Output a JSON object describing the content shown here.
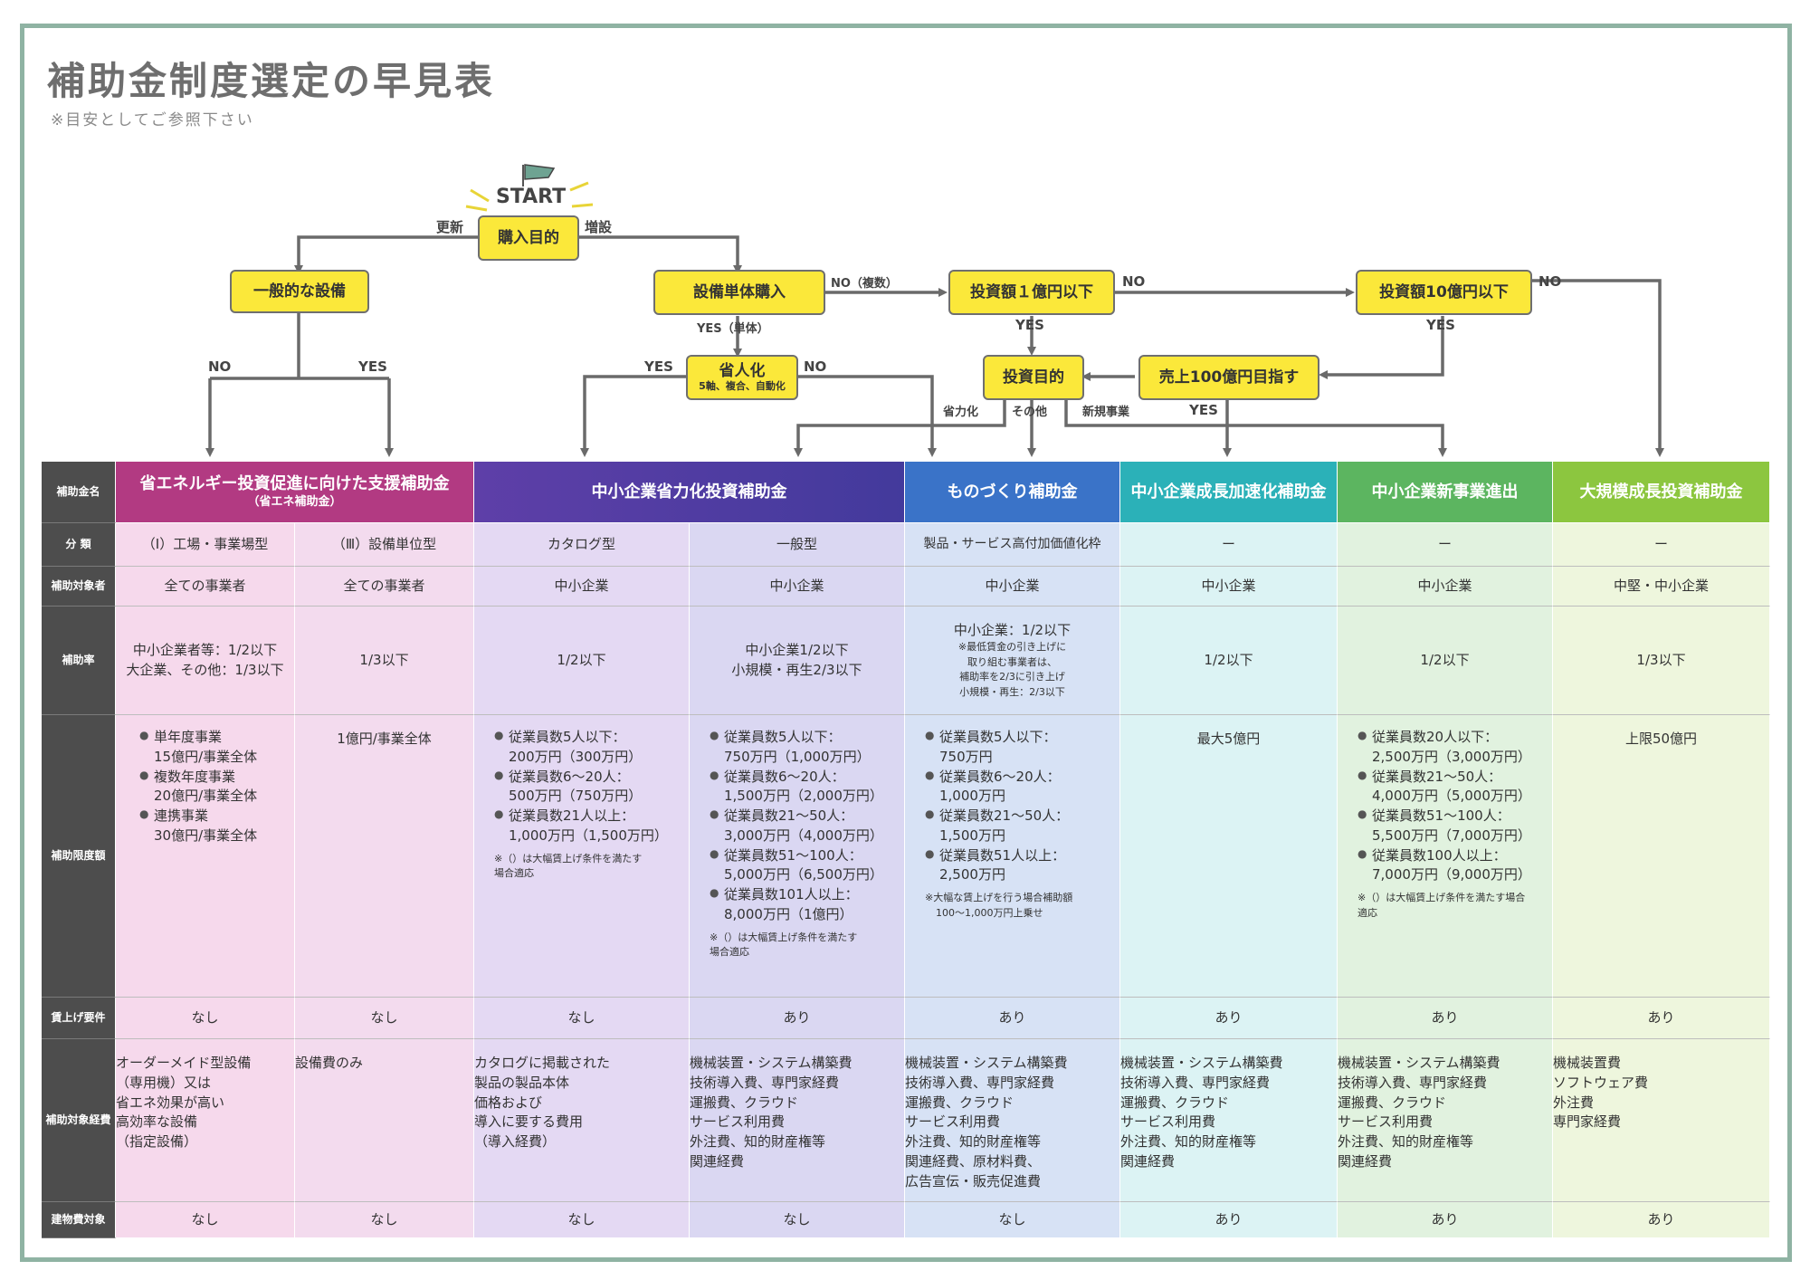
{
  "page": {
    "title": "補助金制度選定の早見表",
    "subtitle": "※目安としてご参照下さい"
  },
  "flow": {
    "start": "START",
    "purchase_purpose": "購入目的",
    "renew": "更新",
    "expand": "増設",
    "general_equipment": "一般的な設備",
    "single_equipment": "設備単体購入",
    "no_multiple": "NO（複数）",
    "yes_single": "YES（単体）",
    "labor_saving": "省人化",
    "labor_saving_sub": "5軸、複合、自動化",
    "invest_1oku": "投資額１億円以下",
    "invest_10oku": "投資額10億円以下",
    "invest_purpose": "投資目的",
    "sales_100oku": "売上100億円目指す",
    "no": "NO",
    "yes": "YES",
    "shoryokuka": "省力化",
    "other": "その他",
    "new_business": "新規事業"
  },
  "row_labels": [
    "補助金名",
    "分 類",
    "補助対象者",
    "補助率",
    "補助限度額",
    "賃上げ要件",
    "補助対象経費",
    "建物費対象"
  ],
  "headers": {
    "energy": "省エネルギー投資促進に向けた支援補助金",
    "energy_sub": "（省エネ補助金）",
    "shoryoku": "中小企業省力化投資補助金",
    "monozukuri": "ものづくり補助金",
    "seicho": "中小企業成長加速化補助金",
    "shinjigyo": "中小企業新事業進出",
    "daikibo": "大規模成長投資補助金"
  },
  "classification": [
    "（Ⅰ）工場・事業場型",
    "（Ⅲ）設備単位型",
    "カタログ型",
    "一般型",
    "製品・サービス高付加価値化枠",
    "ー",
    "ー",
    "ー"
  ],
  "target": [
    "全ての事業者",
    "全ての事業者",
    "中小企業",
    "中小企業",
    "中小企業",
    "中小企業",
    "中小企業",
    "中堅・中小企業"
  ],
  "rate": {
    "c1_l1": "中小企業者等：1/2以下",
    "c1_l2": "大企業、その他：1/3以下",
    "c2": "1/3以下",
    "c3": "1/2以下",
    "c4_l1": "中小企業1/2以下",
    "c4_l2": "小規模・再生2/3以下",
    "c5_main": "中小企業：1/2以下",
    "c5_n1": "※最低賃金の引き上げに",
    "c5_n2": "取り組む事業者は、",
    "c5_n3": "補助率を2/3に引き上げ",
    "c5_n4": "小規模・再生：2/3以下",
    "c6": "1/2以下",
    "c7": "1/2以下",
    "c8": "1/3以下"
  },
  "limit": {
    "c1": [
      "単年度事業",
      "15億円/事業全体",
      "複数年度事業",
      "20億円/事業全体",
      "連携事業",
      "30億円/事業全体"
    ],
    "c2": "1億円/事業全体",
    "c3": [
      "従業員数5人以下：",
      "200万円（300万円）",
      "従業員数6～20人：",
      "500万円（750万円）",
      "従業員数21人以上：",
      "1,000万円（1,500万円）"
    ],
    "c3_note1": "※（）は大幅賃上げ条件を満たす",
    "c3_note2": "場合適応",
    "c4": [
      "従業員数5人以下：",
      "750万円（1,000万円）",
      "従業員数6～20人：",
      "1,500万円（2,000万円）",
      "従業員数21～50人：",
      "3,000万円（4,000万円）",
      "従業員数51～100人：",
      "5,000万円（6,500万円）",
      "従業員数101人以上：",
      "8,000万円（1億円）"
    ],
    "c4_note1": "※（）は大幅賃上げ条件を満たす",
    "c4_note2": "場合適応",
    "c5": [
      "従業員数5人以下：",
      "750万円",
      "従業員数6～20人：",
      "1,000万円",
      "従業員数21～50人：",
      "1,500万円",
      "従業員数51人以上：",
      "2,500万円"
    ],
    "c5_note1": "※大幅な賃上げを行う場合補助額",
    "c5_note2": "100～1,000万円上乗せ",
    "c6": "最大5億円",
    "c7": [
      "従業員数20人以下：",
      "2,500万円（3,000万円）",
      "従業員数21～50人：",
      "4,000万円（5,000万円）",
      "従業員数51～100人：",
      "5,500万円（7,000万円）",
      "従業員数100人以上：",
      "7,000万円（9,000万円）"
    ],
    "c7_note1": "※（）は大幅賃上げ条件を満たす場合",
    "c7_note2": "適応",
    "c8": "上限50億円"
  },
  "wage": [
    "なし",
    "なし",
    "なし",
    "あり",
    "あり",
    "あり",
    "あり",
    "あり"
  ],
  "expenses": {
    "c1": [
      "オーダーメイド型設備",
      "（専用機）又は",
      "省エネ効果が高い",
      "高効率な設備",
      "（指定設備）"
    ],
    "c2": [
      "設備費のみ"
    ],
    "c3": [
      "カタログに掲載された",
      "製品の製品本体",
      "価格および",
      "導入に要する費用",
      "（導入経費）"
    ],
    "c4": [
      "機械装置・システム構築費",
      "技術導入費、専門家経費",
      "運搬費、クラウド",
      "サービス利用費",
      "外注費、知的財産権等",
      "関連経費"
    ],
    "c5": [
      "機械装置・システム構築費",
      "技術導入費、専門家経費",
      "運搬費、クラウド",
      "サービス利用費",
      "外注費、知的財産権等",
      "関連経費、原材料費、",
      "広告宣伝・販売促進費"
    ],
    "c6": [
      "機械装置・システム構築費",
      "技術導入費、専門家経費",
      "運搬費、クラウド",
      "サービス利用費",
      "外注費、知的財産権等",
      "関連経費"
    ],
    "c7": [
      "機械装置・システム構築費",
      "技術導入費、専門家経費",
      "運搬費、クラウド",
      "サービス利用費",
      "外注費、知的財産権等",
      "関連経費"
    ],
    "c8": [
      "機械装置費",
      "ソフトウェア費",
      "外注費",
      "専門家経費"
    ]
  },
  "building": [
    "なし",
    "なし",
    "なし",
    "なし",
    "なし",
    "あり",
    "あり",
    "あり"
  ],
  "colors": {
    "header_energy": "#b23a82",
    "header_shoryoku": "#5b3ea6",
    "header_monozukuri": "#3a73c8",
    "header_seicho": "#2bb1b8",
    "header_shinjigyo": "#5cb560",
    "header_daikibo": "#8cc63f",
    "flow_box": "#fbe83a",
    "frame": "#8fb3a3"
  }
}
